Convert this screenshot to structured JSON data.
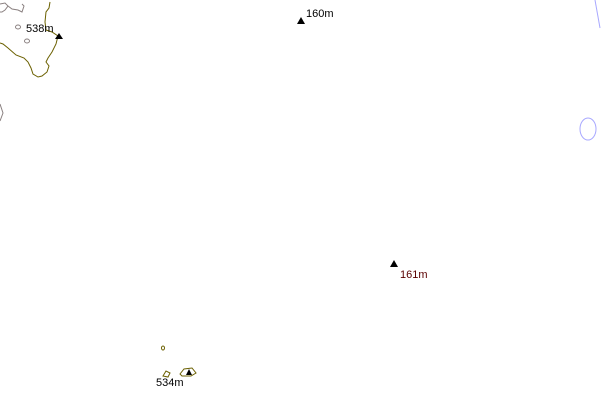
{
  "map": {
    "colors": {
      "coast": "#6b6000",
      "border": "#8a8080",
      "water_feature": "#a8a8ff",
      "marker": "#000000",
      "label_dark_red": "#5a0000"
    },
    "peaks": [
      {
        "label": "538m",
        "icon": "triangle-peak-icon"
      },
      {
        "label": "160m",
        "icon": "triangle-peak-icon"
      },
      {
        "label": "161m",
        "icon": "triangle-peak-icon"
      },
      {
        "label": "534m",
        "icon": "triangle-peak-icon"
      }
    ]
  }
}
